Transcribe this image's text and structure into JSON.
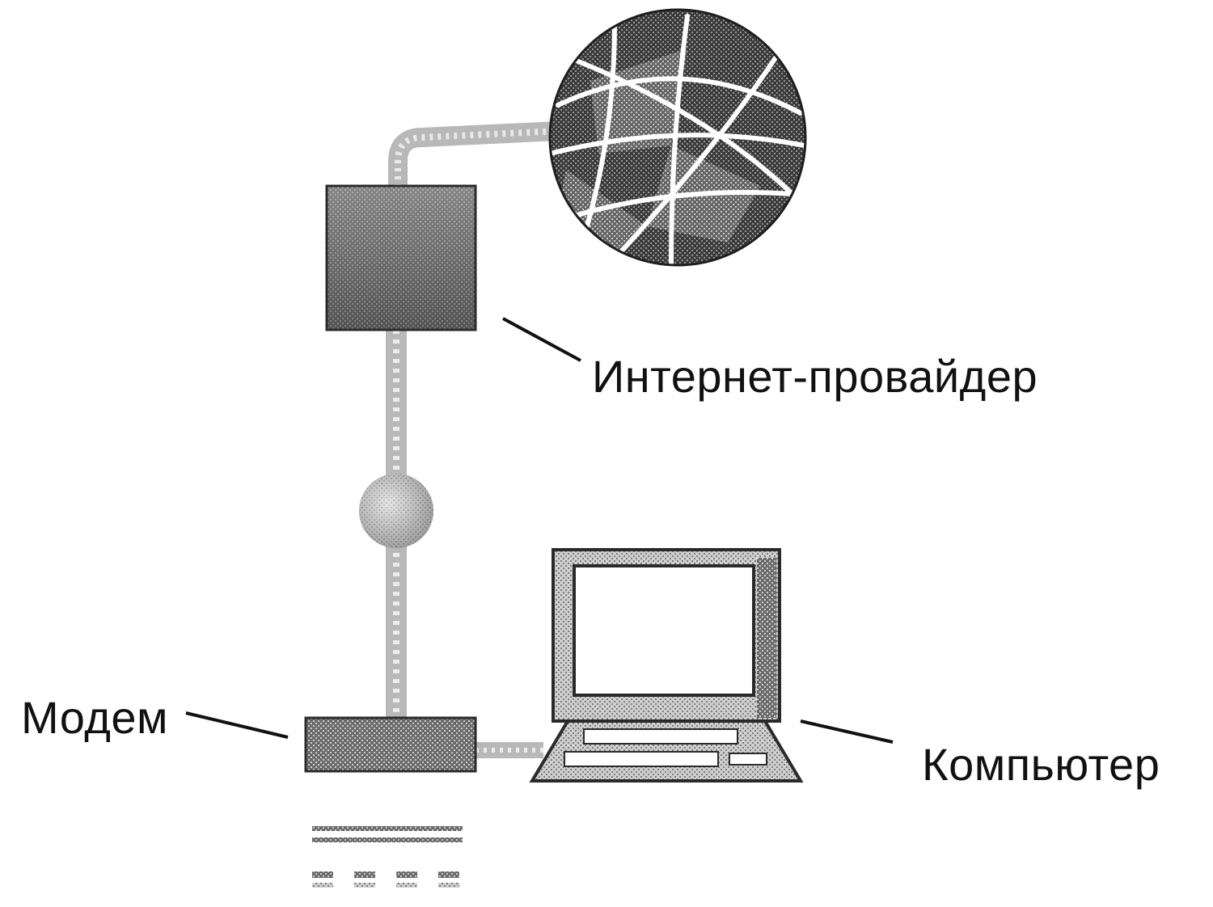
{
  "labels": {
    "provider": "Интернет-провайдер",
    "modem": "Модем",
    "computer": "Компьютер"
  }
}
